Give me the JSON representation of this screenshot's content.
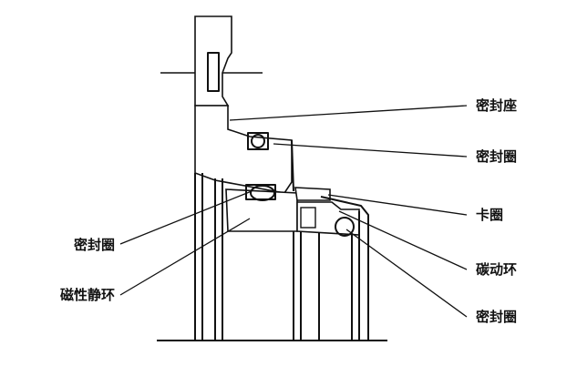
{
  "labels": {
    "seal_seat": "密封座",
    "seal_ring_upper": "密封圈",
    "snap_ring": "卡圈",
    "carbon_moving_ring": "碳动环",
    "seal_ring_lower_right": "密封圈",
    "seal_ring_left": "密封圈",
    "magnetic_static_ring": "磁性静环"
  },
  "colors": {
    "line": "#111111",
    "background": "#ffffff"
  }
}
